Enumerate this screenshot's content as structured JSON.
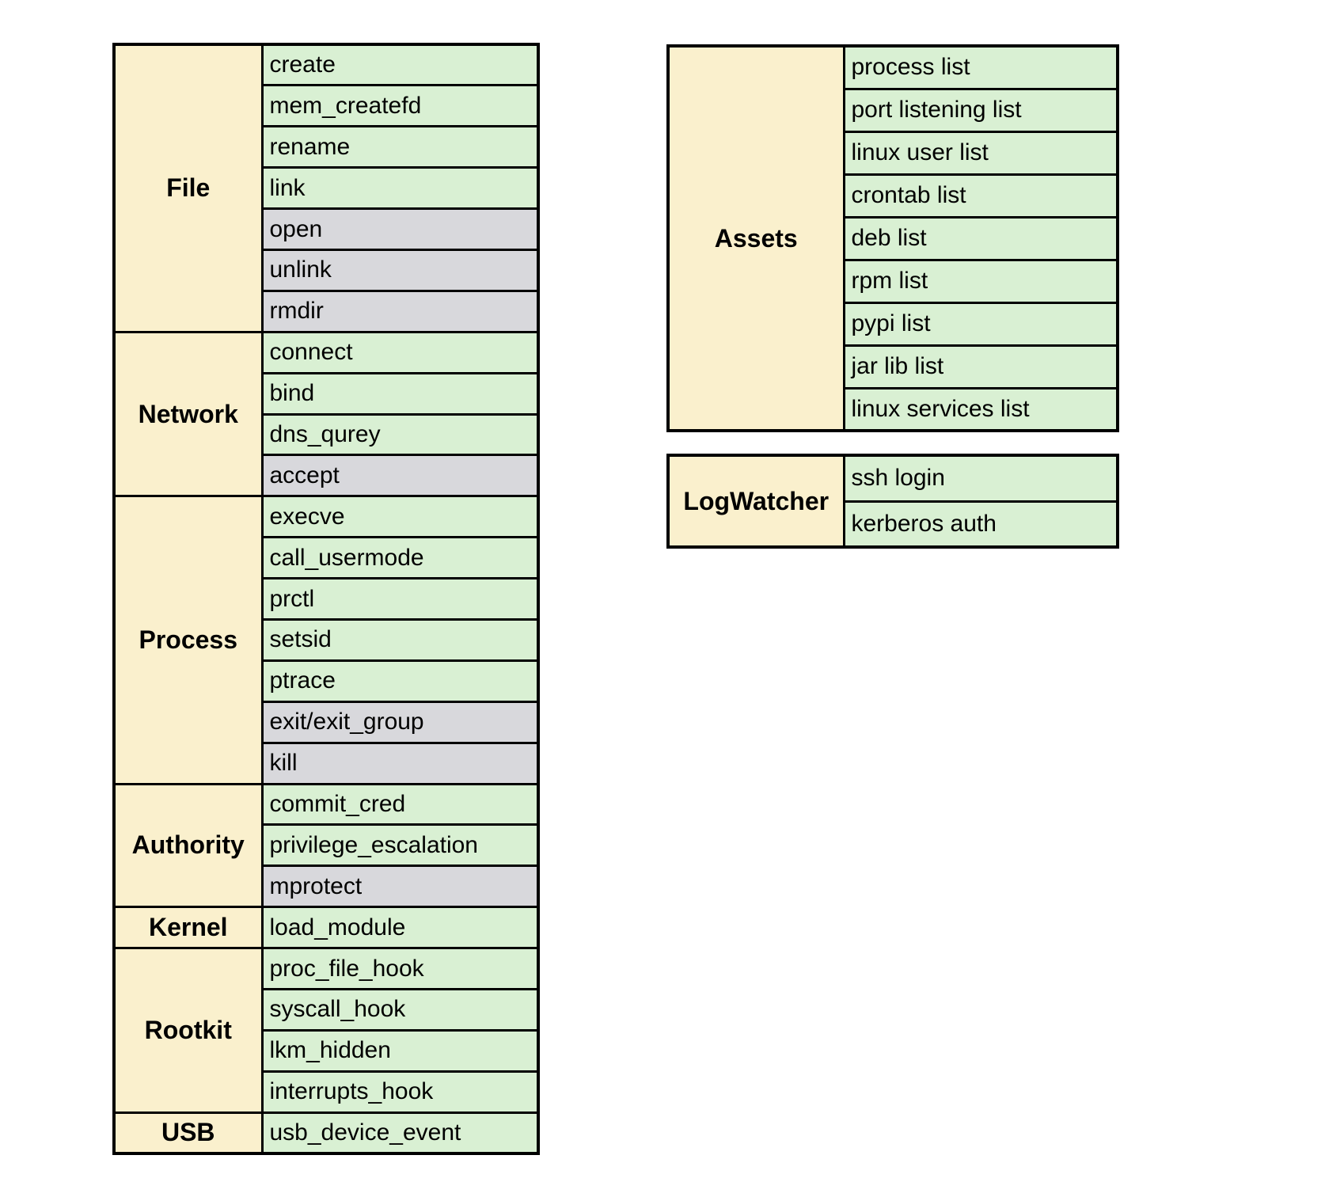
{
  "colors": {
    "category_bg": "#faf0cd",
    "green_cell_bg": "#d9f0d3",
    "gray_cell_bg": "#d8d8dc",
    "border": "#000000",
    "page_bg": "#ffffff"
  },
  "tables": {
    "hooks": {
      "groups": [
        {
          "category": "File",
          "rows": [
            {
              "label": "create",
              "style": "green"
            },
            {
              "label": "mem_createfd",
              "style": "green"
            },
            {
              "label": "rename",
              "style": "green"
            },
            {
              "label": "link",
              "style": "green"
            },
            {
              "label": "open",
              "style": "gray"
            },
            {
              "label": "unlink",
              "style": "gray"
            },
            {
              "label": "rmdir",
              "style": "gray"
            }
          ]
        },
        {
          "category": "Network",
          "rows": [
            {
              "label": "connect",
              "style": "green"
            },
            {
              "label": "bind",
              "style": "green"
            },
            {
              "label": "dns_qurey",
              "style": "green"
            },
            {
              "label": "accept",
              "style": "gray"
            }
          ]
        },
        {
          "category": "Process",
          "rows": [
            {
              "label": "execve",
              "style": "green"
            },
            {
              "label": "call_usermode",
              "style": "green"
            },
            {
              "label": "prctl",
              "style": "green"
            },
            {
              "label": "setsid",
              "style": "green"
            },
            {
              "label": "ptrace",
              "style": "green"
            },
            {
              "label": "exit/exit_group",
              "style": "gray"
            },
            {
              "label": "kill",
              "style": "gray"
            }
          ]
        },
        {
          "category": "Authority",
          "rows": [
            {
              "label": "commit_cred",
              "style": "green"
            },
            {
              "label": "privilege_escalation",
              "style": "green"
            },
            {
              "label": "mprotect",
              "style": "gray"
            }
          ]
        },
        {
          "category": "Kernel",
          "rows": [
            {
              "label": "load_module",
              "style": "green"
            }
          ]
        },
        {
          "category": "Rootkit",
          "rows": [
            {
              "label": "proc_file_hook",
              "style": "green"
            },
            {
              "label": "syscall_hook",
              "style": "green"
            },
            {
              "label": "lkm_hidden",
              "style": "green"
            },
            {
              "label": "interrupts_hook",
              "style": "green"
            }
          ]
        },
        {
          "category": "USB",
          "rows": [
            {
              "label": "usb_device_event",
              "style": "green"
            }
          ]
        }
      ]
    },
    "assets": {
      "groups": [
        {
          "category": "Assets",
          "rows": [
            {
              "label": "process list",
              "style": "green"
            },
            {
              "label": "port listening list",
              "style": "green"
            },
            {
              "label": "linux user list",
              "style": "green"
            },
            {
              "label": "crontab list",
              "style": "green"
            },
            {
              "label": "deb list",
              "style": "green"
            },
            {
              "label": "rpm list",
              "style": "green"
            },
            {
              "label": "pypi list",
              "style": "green"
            },
            {
              "label": "jar lib list",
              "style": "green"
            },
            {
              "label": "linux services list",
              "style": "green"
            }
          ]
        }
      ]
    },
    "logwatcher": {
      "groups": [
        {
          "category": "LogWatcher",
          "rows": [
            {
              "label": "ssh login",
              "style": "green"
            },
            {
              "label": "kerberos auth",
              "style": "green"
            }
          ]
        }
      ]
    }
  }
}
